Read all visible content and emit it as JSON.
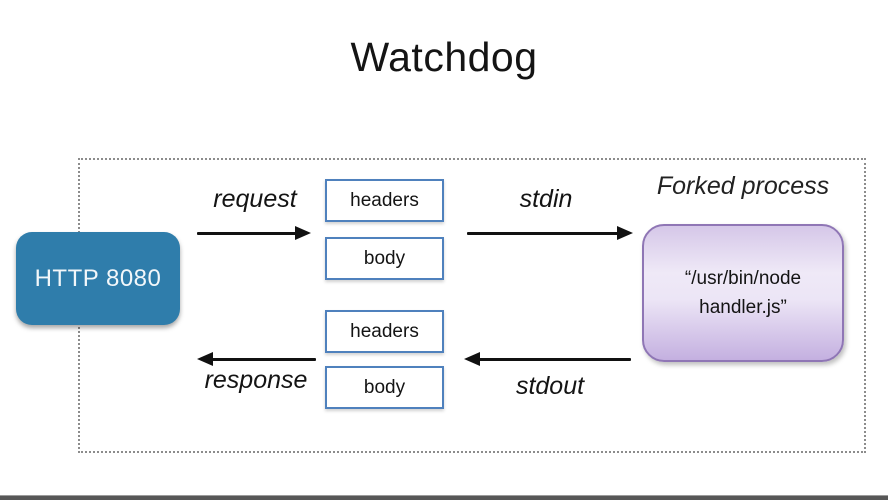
{
  "title": {
    "text": "Watchdog"
  },
  "nodes": {
    "http_label": "HTTP 8080",
    "forked_process_title": "Forked process",
    "forked_command_line1": "“/usr/bin/node",
    "forked_command_line2": "handler.js”"
  },
  "request_flow": {
    "label": "request",
    "pipe": "stdin",
    "headers_box": "headers",
    "body_box": "body"
  },
  "response_flow": {
    "label": "response",
    "pipe": "stdout",
    "headers_box": "headers",
    "body_box": "body"
  },
  "colors": {
    "http_box": "#2f7dab",
    "databox_border": "#4f81bd",
    "forked_box_border": "#8f76b5",
    "forked_box_gradient_top": "#d5c7e8",
    "forked_box_gradient_mid": "#efe9f7",
    "forked_box_gradient_bottom": "#c4b0e0",
    "dotted_frame": "#8c8c8c",
    "arrow": "#111111",
    "bottom_bar": "#575757"
  }
}
